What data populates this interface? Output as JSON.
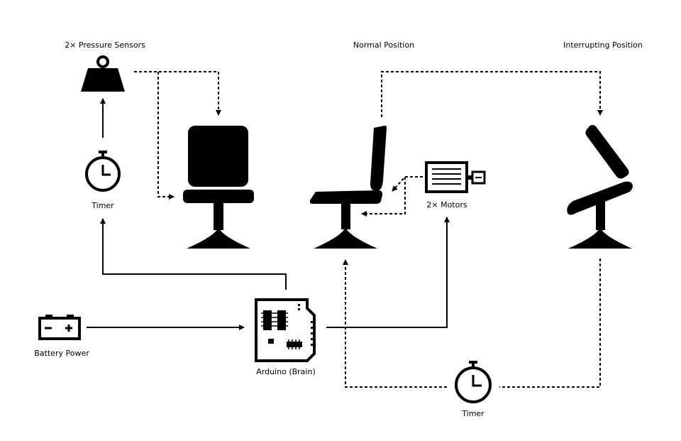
{
  "labels": {
    "pressure_sensors": "2× Pressure Sensors",
    "normal_position": "Normal Position",
    "interrupting_position": "Interrupting Position",
    "timer_left": "Timer",
    "motors": "2× Motors",
    "battery": "Battery Power",
    "arduino": "Arduino (Brain)",
    "timer_bottom": "Timer"
  },
  "icons": {
    "pressure_sensor": "weight-icon",
    "timer": "stopwatch-icon",
    "battery": "battery-icon",
    "arduino": "circuit-board-icon",
    "motor": "motor-icon",
    "chair": "chair-icon"
  },
  "colors": {
    "ink": "#000000",
    "background": "#ffffff"
  }
}
